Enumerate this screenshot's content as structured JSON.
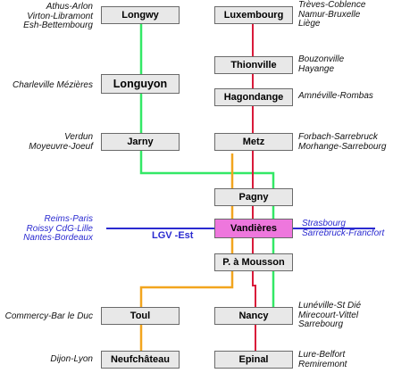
{
  "colors": {
    "green": "#33e866",
    "red": "#d91a3a",
    "orange": "#f2a51e",
    "blue": "#2a2ad0",
    "highlight": "#ee77dd",
    "box": "#e8e8e8"
  },
  "stations": {
    "longwy": "Longwy",
    "luxembourg": "Luxembourg",
    "longuyon": "Longuyon",
    "thionville": "Thionville",
    "hagondange": "Hagondange",
    "jarny": "Jarny",
    "metz": "Metz",
    "pagny": "Pagny",
    "vandieres": "Vandières",
    "pont_a_mousson": "P. à Mousson",
    "toul": "Toul",
    "nancy": "Nancy",
    "neufchateau": "Neufchâteau",
    "epinal": "Epinal"
  },
  "labels": {
    "longwy": [
      "Athus-Arlon",
      "Virton-Libramont",
      "Esh-Bettembourg"
    ],
    "luxembourg": [
      "Trèves-Coblence",
      "Namur-Bruxelle",
      "Liège"
    ],
    "longuyon": [
      "Charleville Mézières"
    ],
    "thionville": [
      "Bouzonville",
      "Hayange"
    ],
    "hagondange": [
      "Amnéville-Rombas"
    ],
    "jarny": [
      "Verdun",
      "Moyeuvre-Joeuf"
    ],
    "metz": [
      "Forbach-Sarrebruck",
      "Morhange-Sarrebourg"
    ],
    "vandieres_left": [
      "Reims-Paris",
      "Roissy CdG-Lille",
      "Nantes-Bordeaux"
    ],
    "vandieres_right": [
      "Strasbourg",
      "Sarrebruck-Francfort"
    ],
    "toul": [
      "Commercy-Bar le Duc"
    ],
    "nancy": [
      "Lunéville-St Dié",
      "Mirecourt-Vittel",
      "Sarrebourg"
    ],
    "neufchateau": [
      "Dijon-Lyon"
    ],
    "epinal": [
      "Lure-Belfort",
      "Remiremont"
    ]
  },
  "lgv_label": "LGV -Est"
}
